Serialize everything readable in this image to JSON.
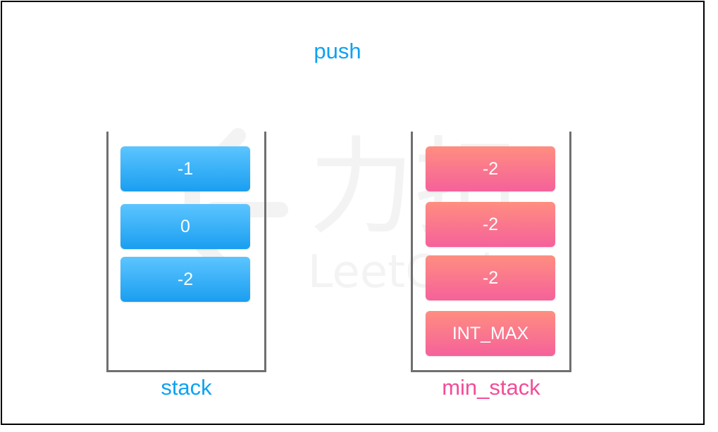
{
  "title": "push",
  "watermark": {
    "cjk": "力扣",
    "latin": "LeetCode"
  },
  "stack": {
    "label": "stack",
    "items": [
      "-1",
      "0",
      "-2"
    ]
  },
  "min_stack": {
    "label": "min_stack",
    "items": [
      "-2",
      "-2",
      "-2",
      "INT_MAX"
    ]
  },
  "colors": {
    "blue": "#0ea2f2",
    "pink": "#f24d97",
    "wall": "#6f6f6f"
  }
}
